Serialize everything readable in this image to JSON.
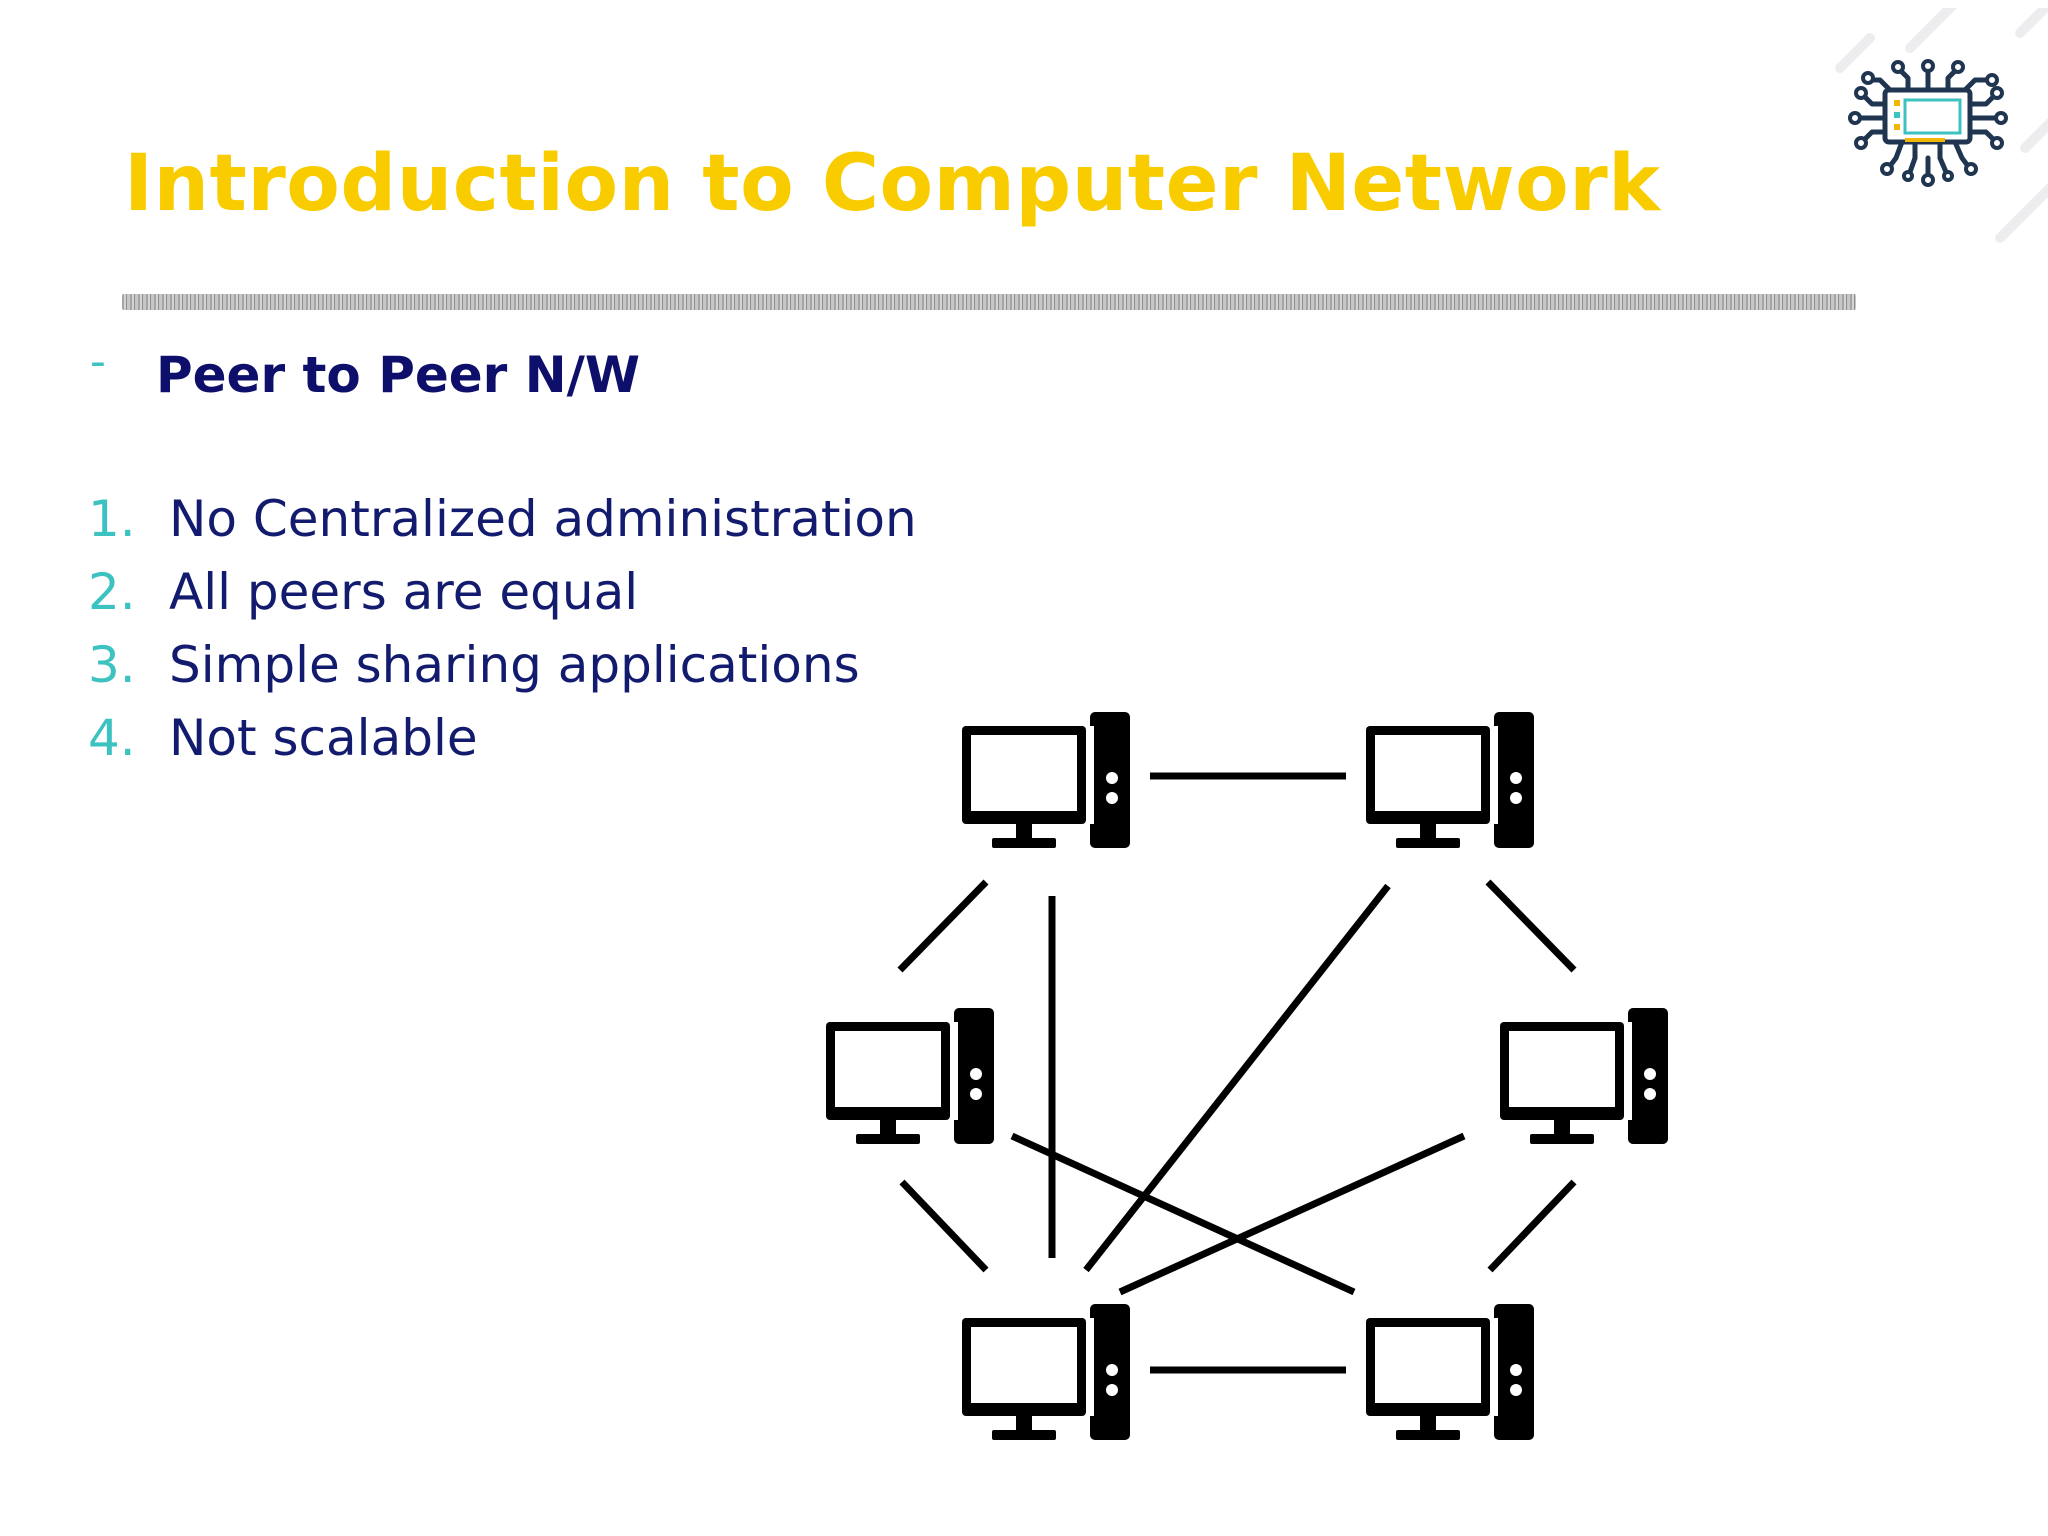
{
  "slide": {
    "title": "Introduction to Computer Network",
    "section_bullet": "-",
    "section_heading": "Peer to Peer N/W",
    "points": [
      {
        "number": "1.",
        "text": "No Centralized administration"
      },
      {
        "number": "2.",
        "text": "All peers are equal"
      },
      {
        "number": "3.",
        "text": "Simple sharing applications"
      },
      {
        "number": "4.",
        "text": "Not scalable"
      }
    ]
  },
  "colors": {
    "title": "#F9CC00",
    "heading": "#0E0F6A",
    "body_text": "#131B6E",
    "list_number": "#3CC2C0",
    "diagram_ink": "#000000",
    "logo_ink": "#1F3550"
  },
  "icons": {
    "logo": "circuit-monitor-icon",
    "node": "desktop-computer-icon"
  }
}
